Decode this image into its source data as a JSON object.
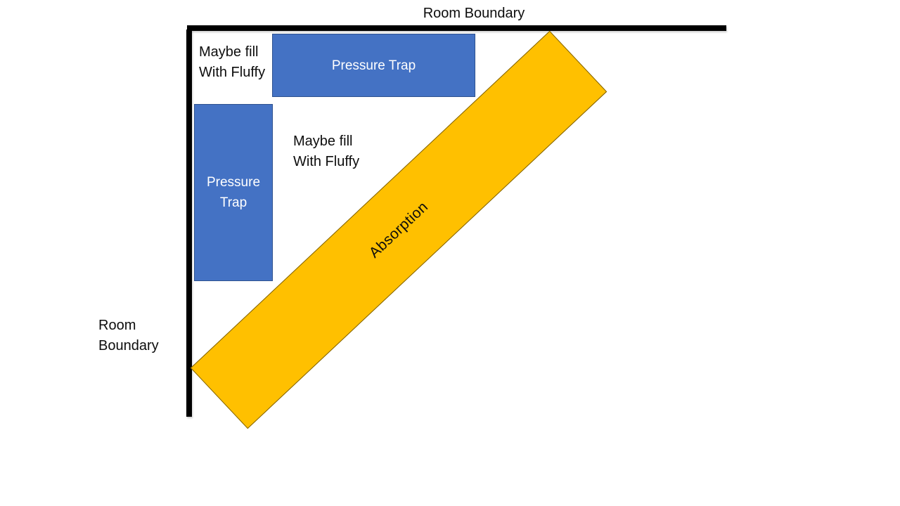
{
  "canvas": {
    "background": "#FFFFFF"
  },
  "boundaries": {
    "line_color": "#000000",
    "top_label": "Room Boundary",
    "left_label_line1": "Room",
    "left_label_line2": "Boundary"
  },
  "shapes": {
    "pressure_trap_top": {
      "label": "Pressure Trap",
      "fill": "#4472C4",
      "border": "#2F528F",
      "text_color": "#FFFFFF"
    },
    "pressure_trap_side": {
      "label": "Pressure Trap",
      "fill": "#4472C4",
      "border": "#2F528F",
      "text_color": "#FFFFFF"
    },
    "absorption": {
      "label": "Absorption",
      "fill": "#FFC000",
      "border": "#7F6000",
      "text_color": "#000000",
      "rotation_deg": -43.2
    }
  },
  "annotations": {
    "fluffy_top": {
      "line1": "Maybe fill",
      "line2": "With Fluffy"
    },
    "fluffy_middle": {
      "line1": "Maybe fill",
      "line2": "With Fluffy"
    }
  }
}
